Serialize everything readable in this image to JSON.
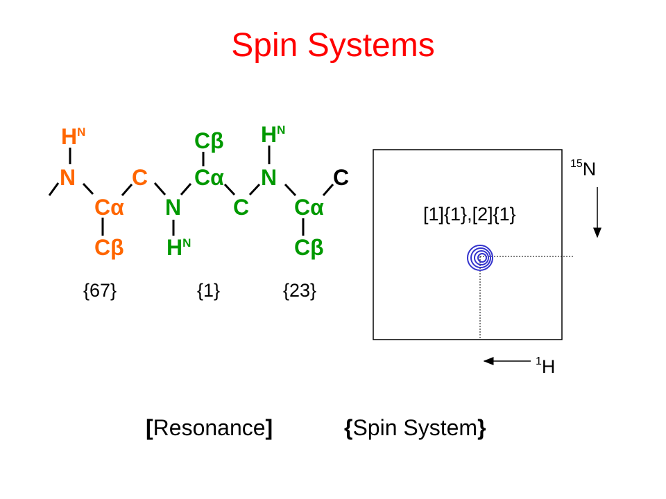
{
  "title": "Spin Systems",
  "molecule": {
    "hn_left": {
      "main": "H",
      "sub": "N"
    },
    "n_left": "N",
    "c_left": "C",
    "ca_left": {
      "main": "C",
      "greek": "α"
    },
    "cb_left": {
      "main": "C",
      "greek": "β"
    },
    "n_mid": "N",
    "hn_mid": {
      "main": "H",
      "sub": "N"
    },
    "cb_mid": {
      "main": "C",
      "greek": "β"
    },
    "ca_mid": {
      "main": "C",
      "greek": "α"
    },
    "c_mid": "C",
    "hn_right": {
      "main": "H",
      "sub": "N"
    },
    "n_right": "N",
    "c_right": "C",
    "ca_right": {
      "main": "C",
      "greek": "α"
    },
    "cb_right": {
      "main": "C",
      "greek": "β"
    },
    "colors": {
      "residue_a": "#ff6600",
      "residue_b": "#009900",
      "carbonyl": "#000000"
    }
  },
  "spin_system_labels": [
    "{67}",
    "{1}",
    "{23}"
  ],
  "spectrum": {
    "peak_label": "[1]{1},[2]{1}",
    "n_axis": {
      "sup": "15",
      "base": "N"
    },
    "h_axis": {
      "sup": "1",
      "base": "H"
    },
    "peak_color": "#3333cc"
  },
  "legend": {
    "resonance": {
      "open": "[",
      "text": "Resonance",
      "close": "]"
    },
    "spin_system": {
      "open": "{",
      "text": "Spin System",
      "close": "}"
    }
  }
}
